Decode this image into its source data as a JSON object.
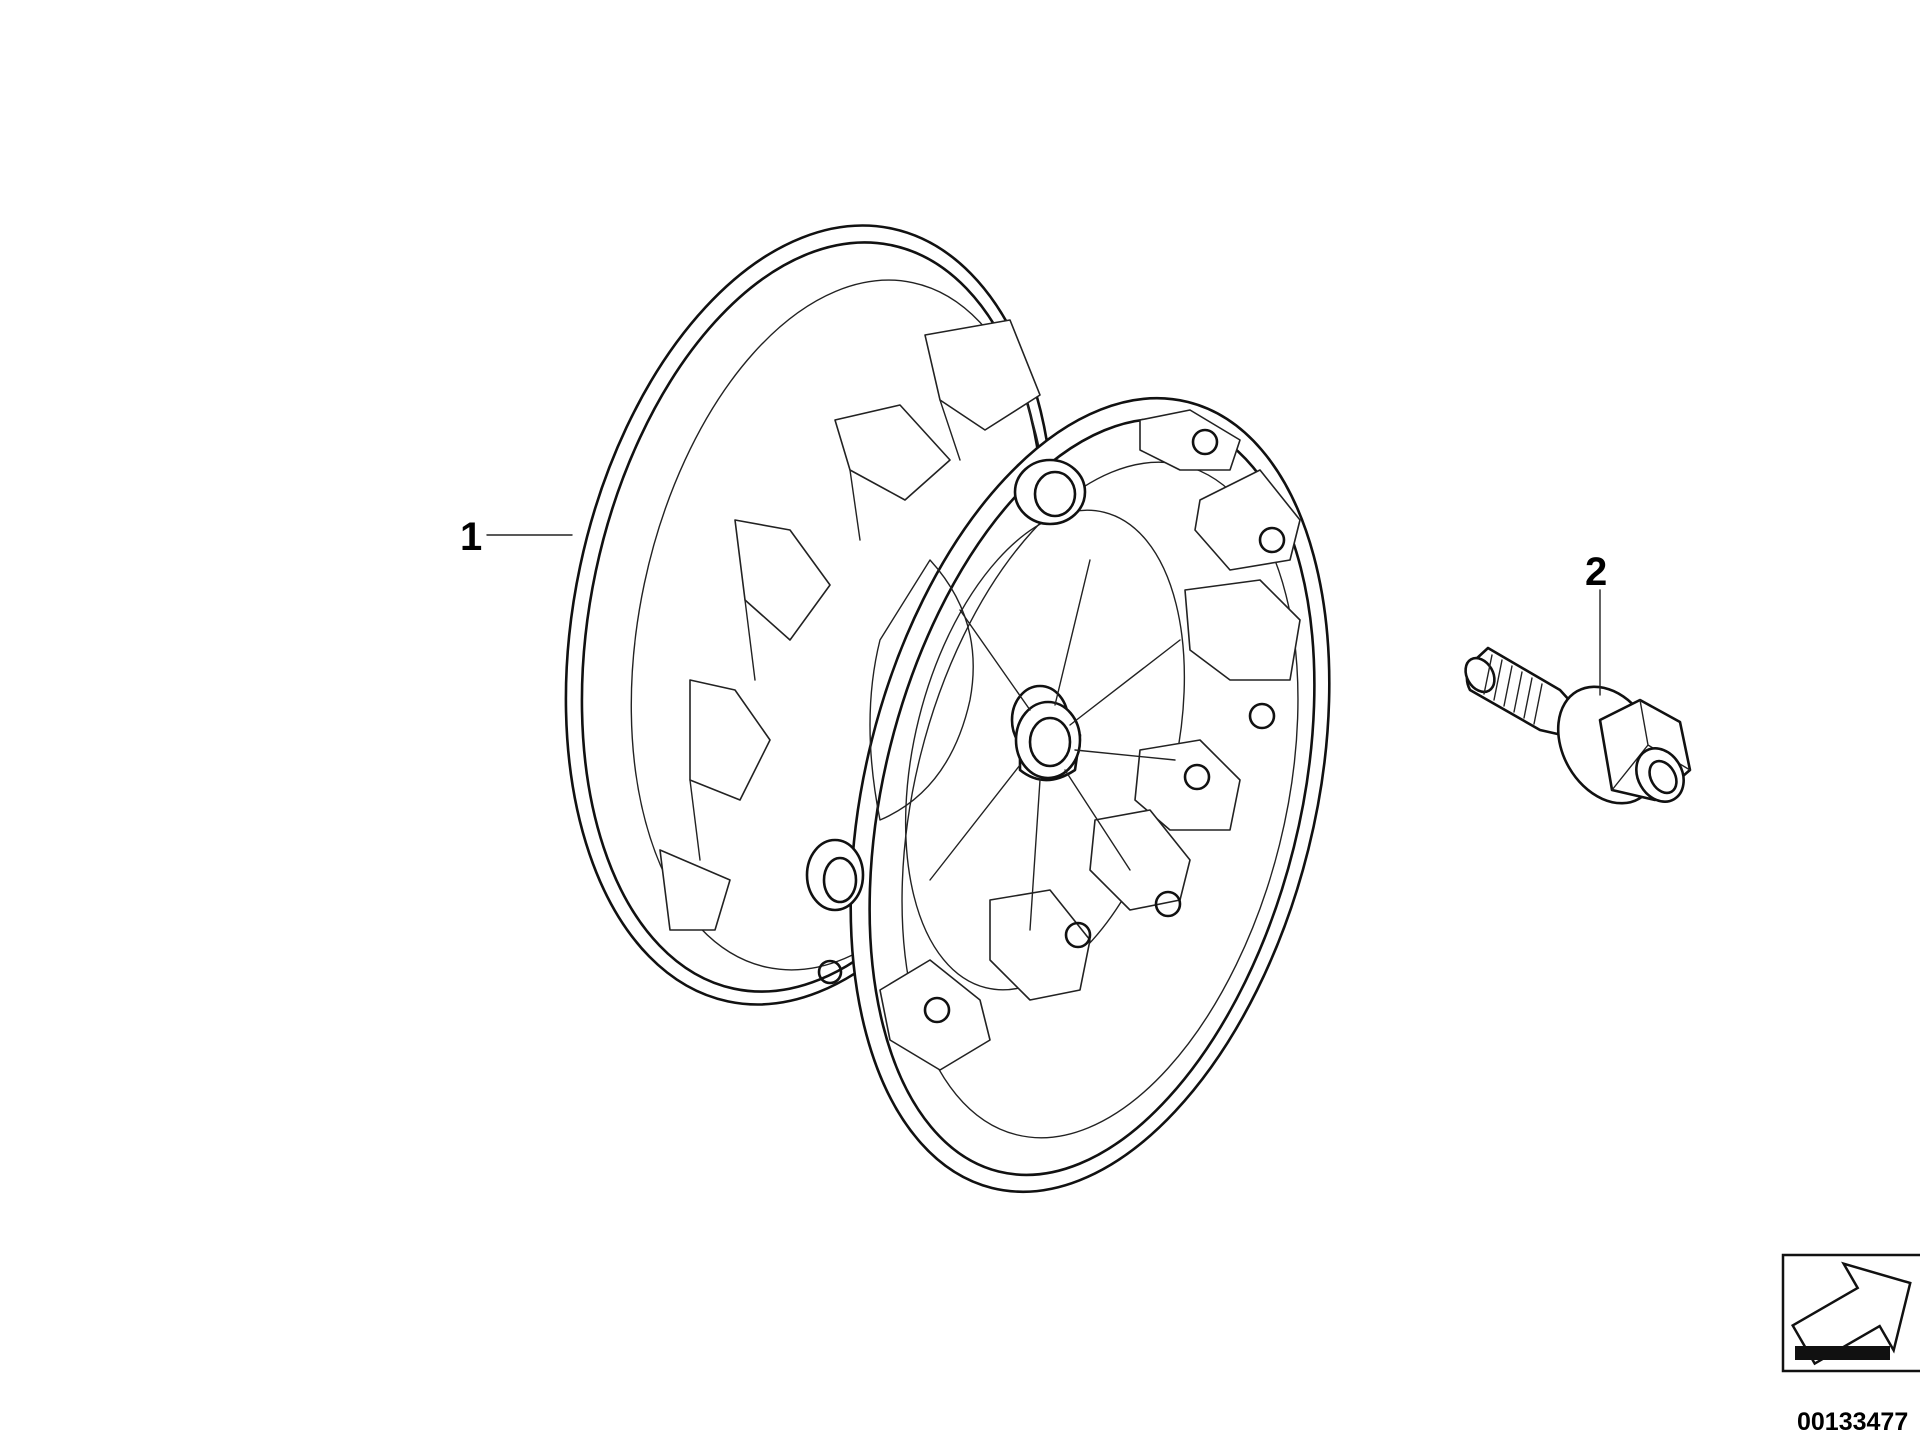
{
  "diagram": {
    "callouts": [
      {
        "label": "1",
        "part": "wheel-rim"
      },
      {
        "label": "2",
        "part": "wheel-bolt"
      }
    ],
    "drawing_number": "00133477",
    "icons": [
      "wheel-rim-icon",
      "wheel-bolt-icon",
      "catalog-arrow-icon"
    ]
  }
}
